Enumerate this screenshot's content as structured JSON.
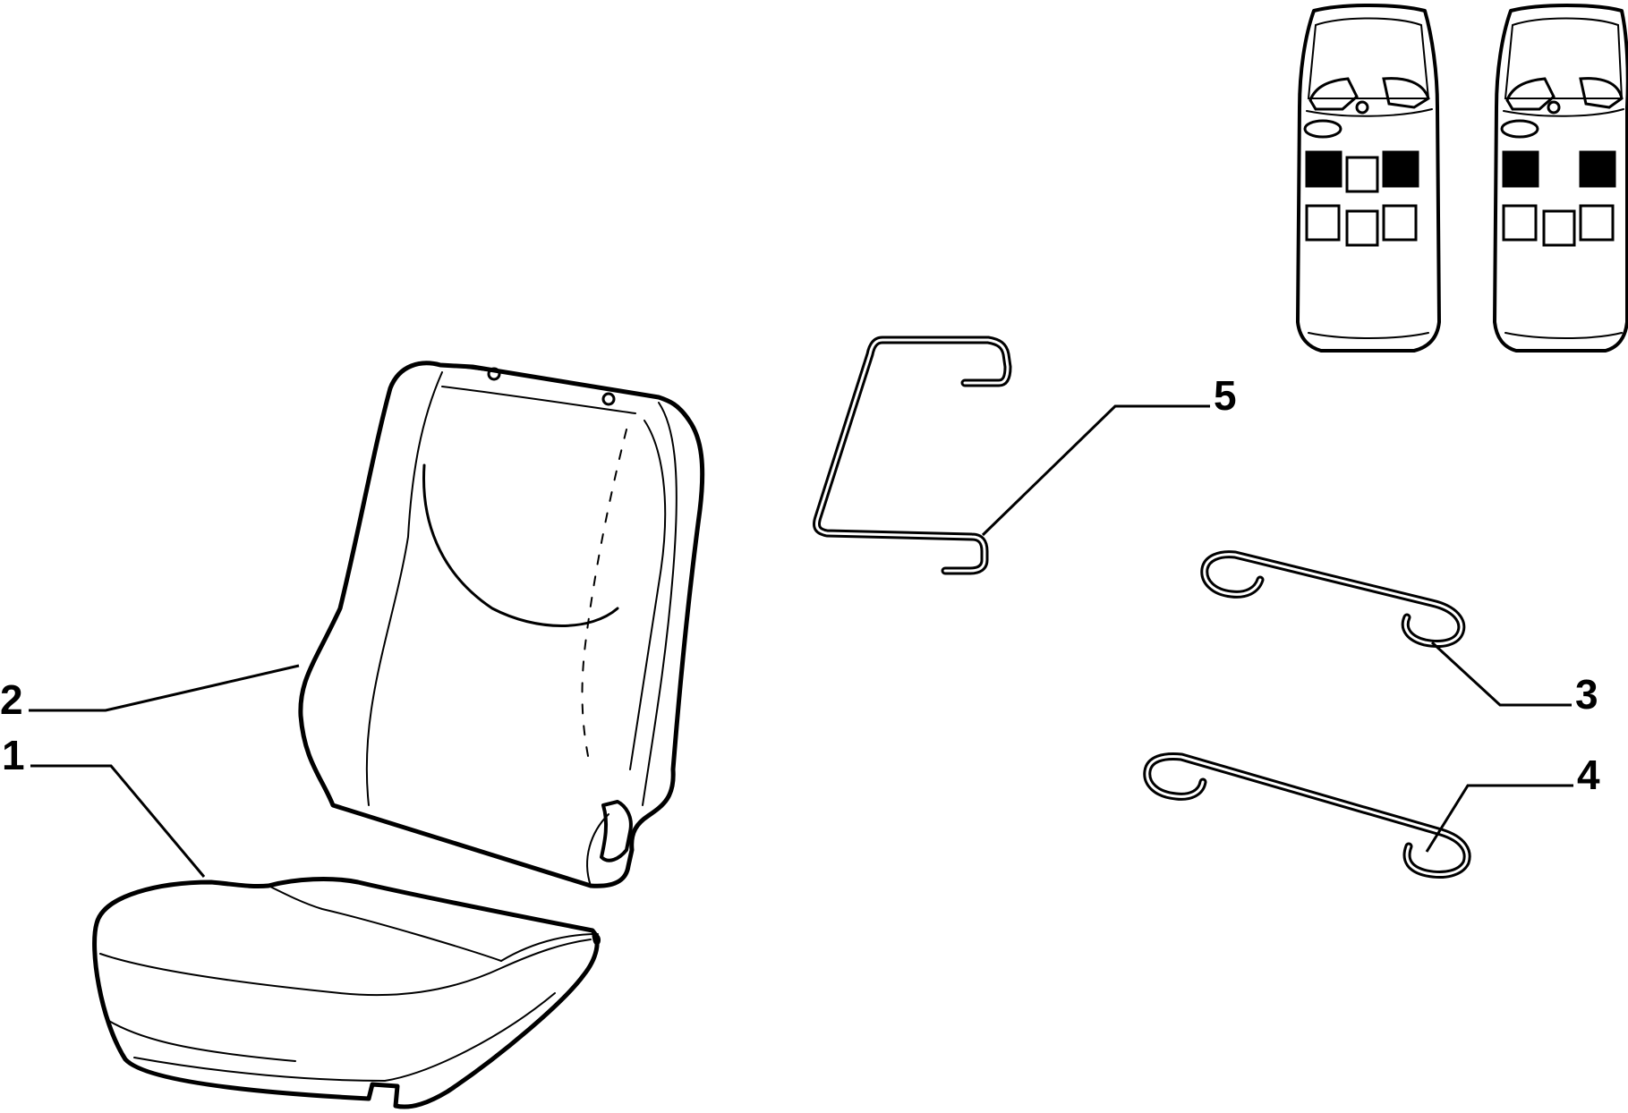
{
  "diagram": {
    "callouts": [
      {
        "id": "1",
        "text": "1"
      },
      {
        "id": "2",
        "text": "2"
      },
      {
        "id": "3",
        "text": "3"
      },
      {
        "id": "4",
        "text": "4"
      },
      {
        "id": "5",
        "text": "5"
      }
    ],
    "locator": {
      "left_vehicle": {
        "front_row": [
          "filled",
          "empty",
          "filled"
        ],
        "rear_row": [
          "empty",
          "empty",
          "empty"
        ]
      },
      "right_vehicle": {
        "front_row": [
          "filled",
          "none",
          "filled"
        ],
        "rear_row": [
          "empty",
          "empty",
          "empty"
        ]
      }
    },
    "colors": {
      "ink": "#000000",
      "paper": "#ffffff"
    }
  }
}
